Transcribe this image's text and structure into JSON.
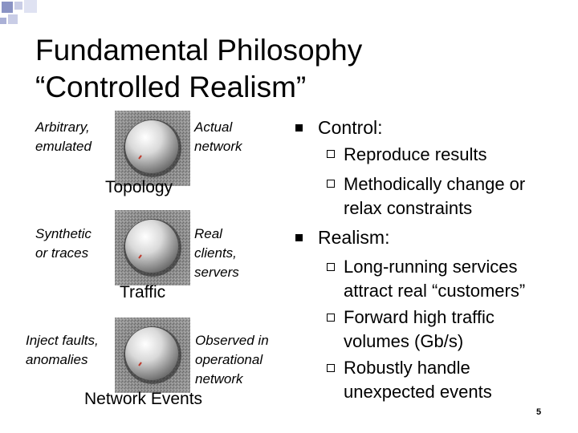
{
  "slide": {
    "title_line1": "Fundamental Philosophy",
    "title_line2": "“Controlled Realism”",
    "page_number": "5"
  },
  "dials": [
    {
      "left_label_lines": [
        "Arbitrary,",
        "emulated"
      ],
      "right_label_lines": [
        "Actual",
        "network"
      ],
      "caption": "Topology",
      "icon": "dial-knob-icon"
    },
    {
      "left_label_lines": [
        "Synthetic",
        "or traces"
      ],
      "right_label_lines": [
        "Real",
        "clients,",
        "servers"
      ],
      "caption": "Traffic",
      "icon": "dial-knob-icon"
    },
    {
      "left_label_lines": [
        "Inject faults,",
        "anomalies"
      ],
      "right_label_lines": [
        "Observed in",
        "operational",
        "network"
      ],
      "caption": "Network Events",
      "icon": "dial-knob-icon"
    }
  ],
  "bullets": [
    {
      "label": "Control:",
      "subitems": [
        [
          "Reproduce results"
        ],
        [
          "Methodically change or",
          "relax constraints"
        ]
      ]
    },
    {
      "label": "Realism:",
      "subitems": [
        [
          "Long-running services",
          "attract real “customers”"
        ],
        [
          "Forward high traffic",
          "volumes (Gb/s)"
        ],
        [
          "Robustly handle",
          "unexpected events"
        ]
      ]
    }
  ]
}
